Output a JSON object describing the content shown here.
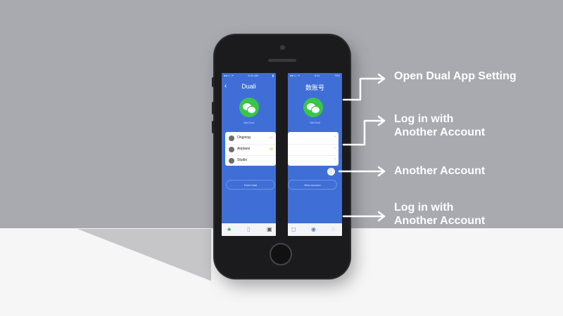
{
  "left_screen": {
    "status_left": "●●○○ ᯤ",
    "status_time": "9:41 AM",
    "status_battery": "▮",
    "title": "Duali",
    "icon_caption": "WeChat",
    "accounts": [
      {
        "name": "Ongoing"
      },
      {
        "name": "Airplane"
      },
      {
        "name": "Studio"
      }
    ],
    "pill_label": "Done total",
    "tabs": [
      "♣",
      "▯",
      "▣"
    ]
  },
  "right_screen": {
    "status_left": "●●○○ ᯤ",
    "status_time": "9:41",
    "status_battery": "75%",
    "title": "数账号",
    "icon_caption": "WeChat",
    "pill_label": "New account",
    "tabs": [
      "◻",
      "◉",
      "♢"
    ]
  },
  "indicator_icon": "ⓘ",
  "callouts": {
    "open_dual_app": "Open Dual App Setting",
    "log_in_1_line1": "Log in with",
    "log_in_1_line2": "Another Account",
    "another_account": "Another Account",
    "log_in_2_line1": "Log in with",
    "log_in_2_line2": "Another Account"
  },
  "colors": {
    "screen_blue": "#3f6fd6",
    "wechat_green": "#38c649",
    "backdrop": "#a8aab0"
  }
}
